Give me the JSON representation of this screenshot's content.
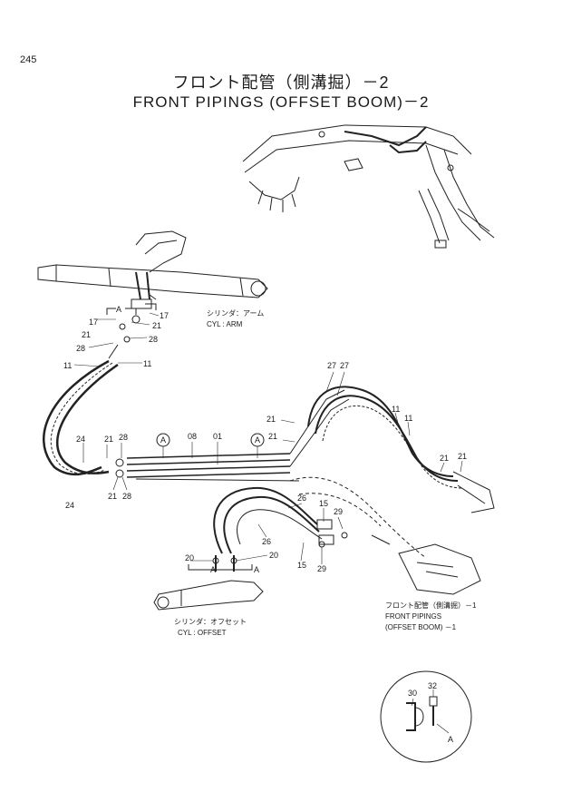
{
  "page_number": "245",
  "title_jp": "フロント配管（側溝掘）－2",
  "title_en": "FRONT PIPINGS (OFFSET BOOM)－2",
  "captions": {
    "arm_jp": "シリンダ：アーム",
    "arm_en": "CYL : ARM",
    "offset_jp": "シリンダ：オフセット",
    "offset_en": "CYL : OFFSET",
    "ref_jp": "フロント配管（側溝掘）－1",
    "ref_en1": "FRONT PIPINGS",
    "ref_en2": "(OFFSET BOOM) －1"
  },
  "callouts": {
    "p17a": "17",
    "p17b": "17",
    "pA_arm": "A",
    "p21a": "21",
    "p21b": "21",
    "p28a": "28",
    "p28b": "28",
    "p11a": "11",
    "p11b": "11",
    "p24a": "24",
    "p24b": "24",
    "p21c": "21",
    "p28c": "28",
    "p21d": "21",
    "p28d": "28",
    "pA1": "A",
    "p08": "08",
    "p01": "01",
    "pA2": "A",
    "p21e": "21",
    "p21f": "21",
    "p27a": "27",
    "p27b": "27",
    "p11c": "11",
    "p11d": "11",
    "p21g": "21",
    "p21h": "21",
    "p26a": "26",
    "p15a": "15",
    "p29a": "29",
    "p26b": "26",
    "p15b": "15",
    "p29b": "29",
    "p20a": "20",
    "p20b": "20",
    "pA3": "A",
    "pA4": "A",
    "p30": "30",
    "p32": "32",
    "pA5": "A"
  }
}
